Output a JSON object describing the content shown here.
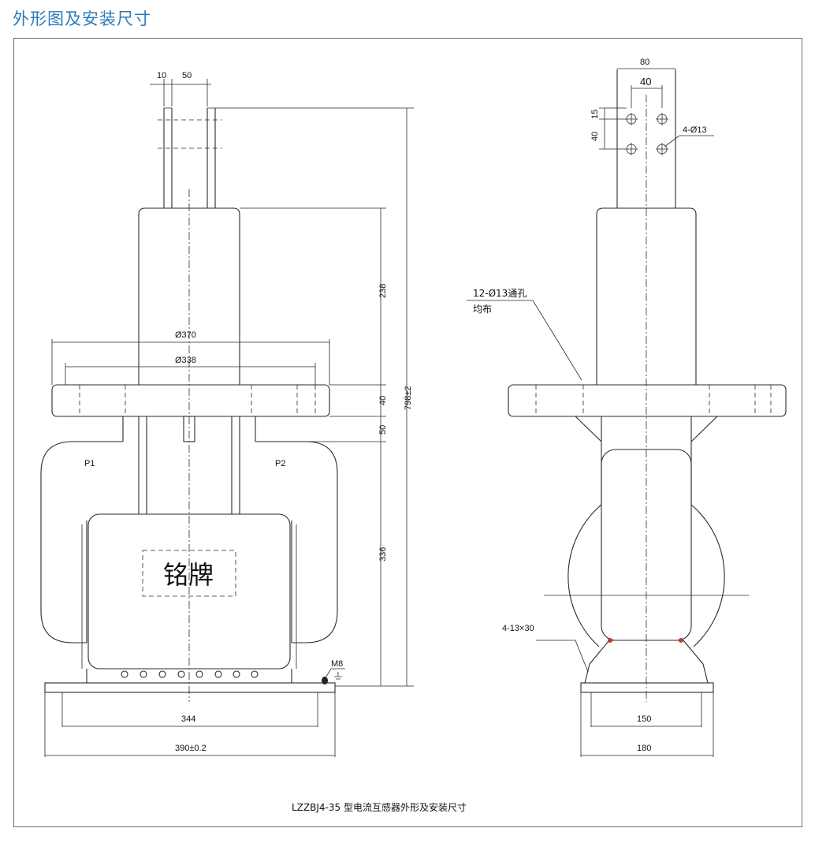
{
  "heading": "外形图及安装尺寸",
  "caption": "LZZBJ4-35 型电流互感器外形及安装尺寸",
  "front_view": {
    "dims": {
      "top_w1": "10",
      "top_w2": "50",
      "d370": "Ø370",
      "d338": "Ø338",
      "h238": "238",
      "h40": "40",
      "h50": "50",
      "h336": "336",
      "total": "798±2",
      "w344": "344",
      "w390": "390±0.2"
    },
    "labels": {
      "p1": "P1",
      "p2": "P2",
      "m8": "M8",
      "nameplate": "铭牌"
    }
  },
  "side_view": {
    "dims": {
      "w80": "80",
      "w40": "40",
      "h15": "15",
      "h40": "40",
      "holes": "4-Ø13",
      "flange_holes": "12-Ø13通孔",
      "flange_note": "均布",
      "slots": "4-13×30",
      "w150": "150",
      "w180": "180"
    }
  }
}
